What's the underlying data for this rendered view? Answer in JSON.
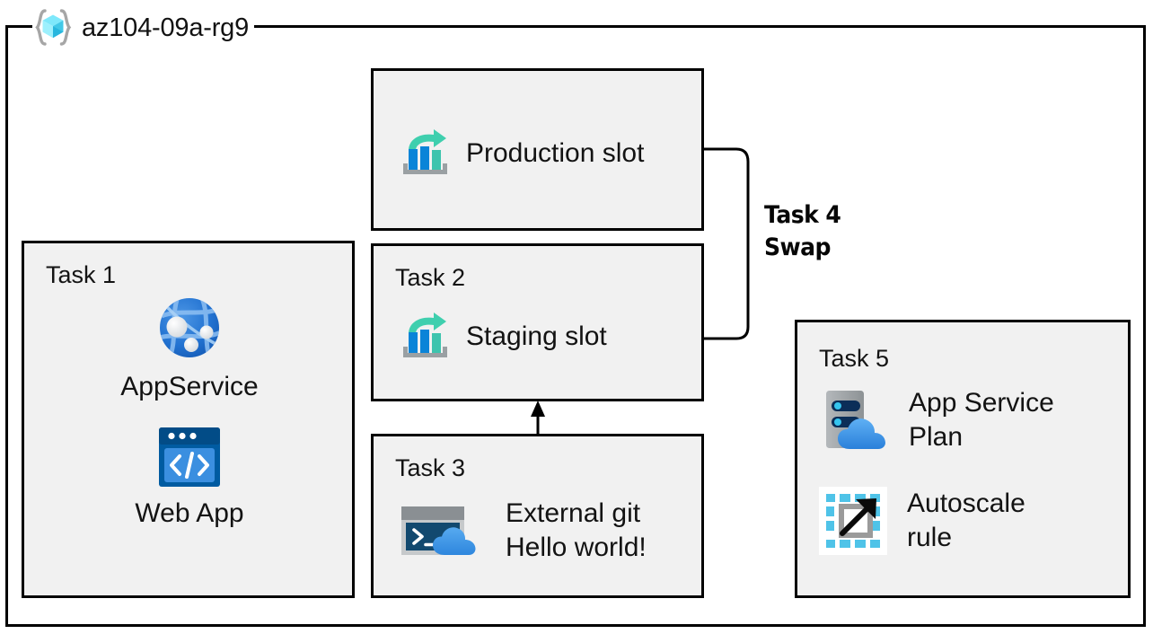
{
  "diagram": {
    "title": "az104-09a-rg9",
    "icon": "resource-group-cube-icon",
    "background": "#ffffff",
    "frame_color": "#000000",
    "box_fill": "#f1f1f1",
    "box_border": "#010101"
  },
  "boxes": {
    "production": {
      "label": "",
      "item": {
        "caption": "Production slot",
        "icon": "deployment-slot-icon"
      }
    },
    "task1": {
      "label": "Task 1",
      "items": [
        {
          "caption": "AppService",
          "icon": "app-service-globe-icon"
        },
        {
          "caption": "Web App",
          "icon": "web-app-window-icon"
        }
      ]
    },
    "task2": {
      "label": "Task 2",
      "item": {
        "caption": "Staging slot",
        "icon": "deployment-slot-icon"
      }
    },
    "task3": {
      "label": "Task 3",
      "item": {
        "caption": "External git\nHello world!",
        "icon": "cloud-shell-terminal-icon"
      }
    },
    "task5": {
      "label": "Task 5",
      "items": [
        {
          "caption": "App Service\nPlan",
          "icon": "app-service-plan-icon"
        },
        {
          "caption": "Autoscale\nrule",
          "icon": "autoscale-rule-icon"
        }
      ]
    }
  },
  "annotations": {
    "swap": "Task 4\nSwap"
  },
  "connectors": [
    {
      "name": "swap-bracket",
      "from": "production-slot",
      "to": "staging-slot",
      "style": "rounded-bracket"
    },
    {
      "name": "git-deploy-arrow",
      "from": "task3",
      "to": "task2",
      "style": "arrow-up"
    }
  ],
  "colors": {
    "slot_bar_blue": "#0a84d8",
    "slot_bar_teal": "#3ec4ae",
    "slot_arrow_teal": "#3fcfae",
    "slot_tray_gray": "#9aa0a3",
    "globe_blue": "#1f6fd0",
    "globe_light": "#86bbf0",
    "webapp_dark": "#005ba1",
    "webapp_mid": "#3b8fe0",
    "webapp_navy": "#024c87",
    "shell_navy": "#12496f",
    "shell_cloud": "#3e9ae8",
    "server_gray": "#9fa3a6",
    "server_navy": "#0b2e58",
    "server_dot": "#35c5ef",
    "autoscale_cyan": "#4fc3e8",
    "autoscale_gray": "#9b9b9b",
    "cube_cyan_light": "#79e6fa",
    "cube_cyan_dark": "#2ab9e0",
    "bracket_gray": "#a6a6a6"
  }
}
